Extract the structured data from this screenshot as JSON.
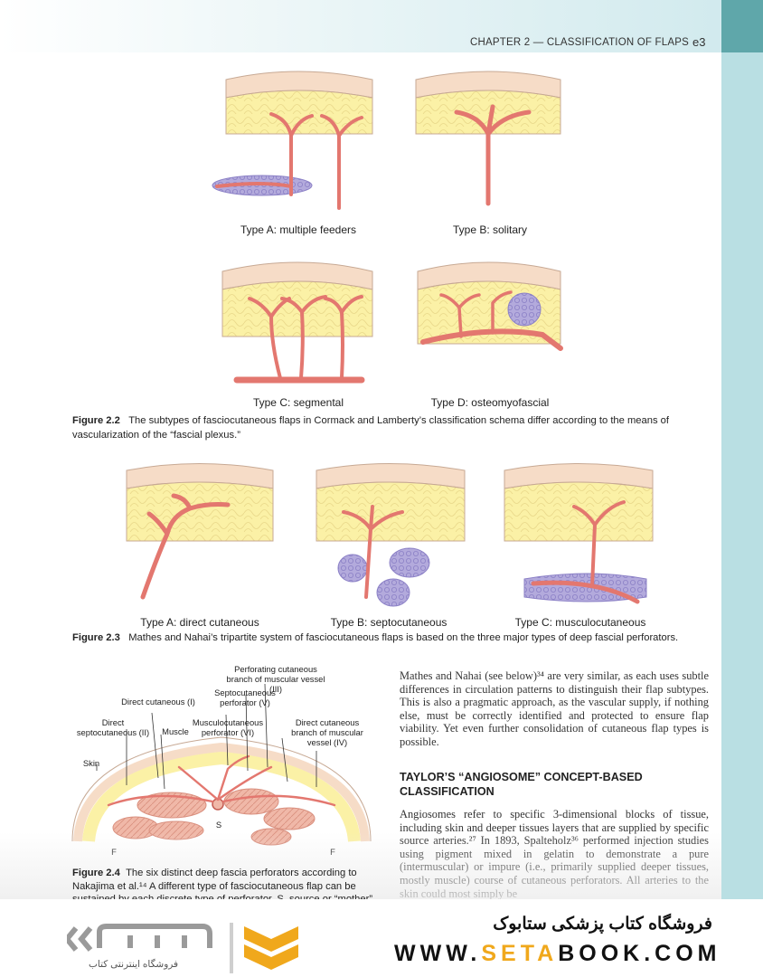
{
  "header": {
    "running_head": "CHAPTER 2 — CLASSIFICATION OF FLAPS",
    "page_number": "e3"
  },
  "figure_2_2": {
    "panels": [
      "Type A: multiple feeders",
      "Type B: solitary",
      "Type C: segmental",
      "Type D: osteomyofascial"
    ],
    "caption_label": "Figure 2.2",
    "caption_text": "The subtypes of fasciocutaneous flaps in Cormack and Lamberty’s classification schema differ according to the means of vascularization of the “fascial plexus.”"
  },
  "figure_2_3": {
    "panels": [
      "Type A: direct cutaneous",
      "Type B: septocutaneous",
      "Type C: musculocutaneous"
    ],
    "caption_label": "Figure 2.3",
    "caption_text": "Mathes and Nahai’s tripartite system of fasciocutaneous flaps is based on the three major types of deep fascial perforators."
  },
  "figure_2_4": {
    "labels": {
      "perforating": "Perforating cutaneous branch of muscular vessel (III)",
      "septo_perf": "Septocutaneous perforator (V)",
      "direct_cut": "Direct cutaneous (I)",
      "direct_septo": "Direct septocutaneous (II)",
      "muscle": "Muscle",
      "musculo_perf": "Musculocutaneous perforator (VI)",
      "direct_branch": "Direct cutaneous branch of muscular vessel (IV)",
      "skin": "Skin",
      "s": "S",
      "f_left": "F",
      "f_right": "F"
    },
    "caption_label": "Figure 2.4",
    "caption_text": "The six distinct deep fascia perforators according to Nakajima et al.¹⁴ A different type of fasciocutaneous flap can be sustained by each discrete type of perforator. S, source or “mother”"
  },
  "body": {
    "paragraph_1": "Mathes and Nahai (see below)³⁴ are very similar, as each uses subtle differences in circulation patterns to distinguish their flap subtypes. This is also a pragmatic approach, as the vascular supply, if nothing else, must be correctly identified and protected to ensure flap viability. Yet even further consolidation of cutaneous flap types is possible.",
    "heading": "TAYLOR’S “ANGIOSOME” CONCEPT-BASED CLASSIFICATION",
    "paragraph_2": "Angiosomes refer to specific 3-dimensional blocks of tissue, including skin and deeper tissues layers that are supplied by specific source arteries.²⁷ In 1893, Spalteholz³⁶ performed injection studies using pigment mixed in gelatin to demonstrate a pure (intermuscular) or impure (i.e., primarily supplied deeper tissues, mostly muscle) course of cutaneous perforators. All arteries to the skin could most simply be"
  },
  "footer": {
    "store_name": "فروشگاه کتاب پزشکی ستابوک",
    "url_prefix": "WWW.",
    "url_highlight": "SETA",
    "url_suffix": "BOOK.COM",
    "logo_subtitle": "فروشگاه اینترنتی کتاب"
  },
  "colors": {
    "artery": "#e3776f",
    "skin": "#f6dcc7",
    "fat": "#fbf1a6",
    "muscle": "#a59cd3",
    "accent_band": "#b9dfe3",
    "logo_gold": "#f0a81c",
    "logo_gray": "#9a9a9a"
  }
}
